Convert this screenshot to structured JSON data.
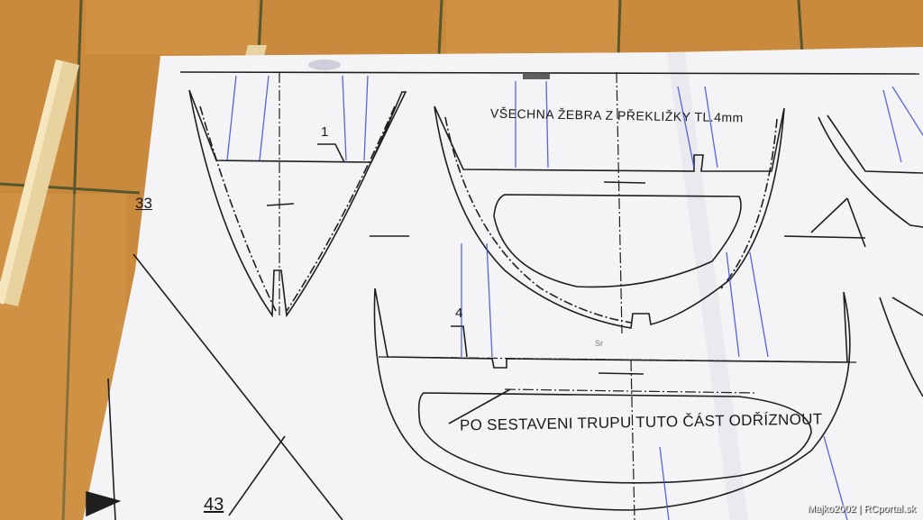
{
  "plan": {
    "title": "VŠECHNA ŽEBRA Z PŘEKLIŽKY TL.4mm",
    "trim_note": "PO SESTAVENI TRUPU TUTO ČÁST ODŘÍZNOUT",
    "part_numbers": {
      "p33": "33",
      "p43": "43",
      "p1": "1",
      "p4": "4"
    },
    "small_mark": "Sr"
  },
  "watermark": "Majko2002 | RCportal.sk",
  "colors": {
    "table": "#c98a3e",
    "tile_line": "#3c4a2a",
    "paper": "#f4f4f7",
    "ink": "#1e1e1e",
    "pencil_blue": "#3b4bd8",
    "stick_wood": "#e8d3a0"
  }
}
